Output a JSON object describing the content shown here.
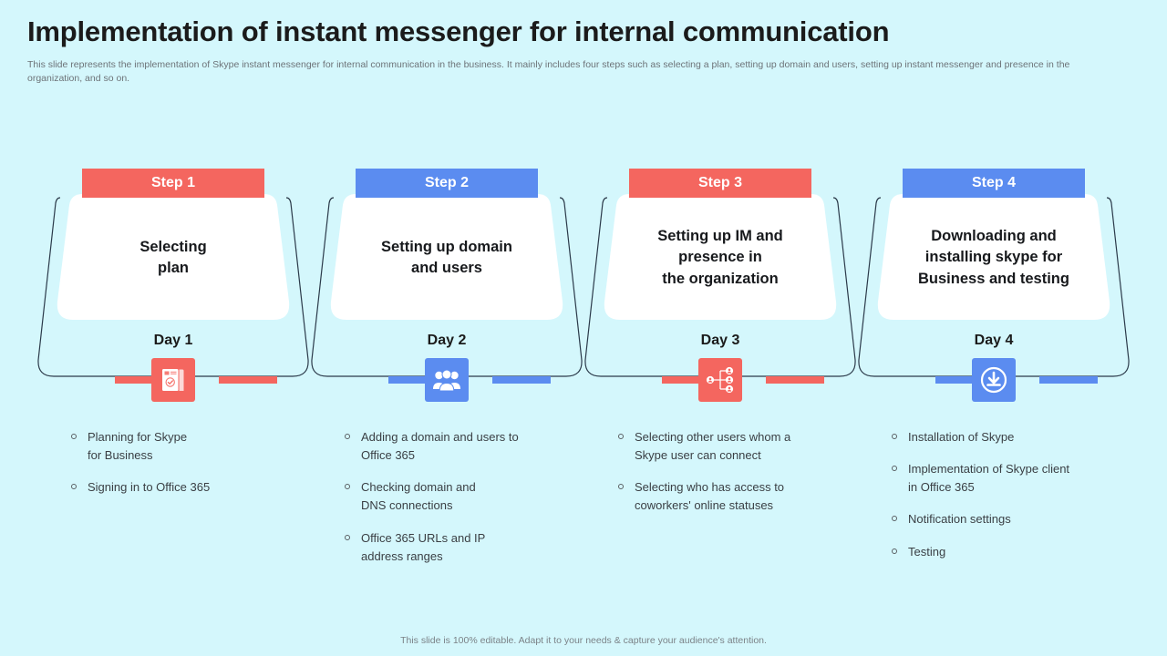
{
  "slide": {
    "title": "Implementation of instant messenger for internal communication",
    "subtitle": "This slide represents the implementation of Skype instant messenger for internal communication in the business. It mainly includes four steps such as selecting a plan, setting up domain and users, setting up instant messenger and presence in the organization, and so on.",
    "footer": "This slide is 100% editable. Adapt it to your needs & capture your audience's attention.",
    "background_color": "#d4f7fc"
  },
  "colors": {
    "red": "#f4665f",
    "blue": "#5b8cf0",
    "outline": "#2b3a4a",
    "card_white": "#ffffff",
    "title_text": "#1b1b1b",
    "body_text": "#3a3f44"
  },
  "steps": [
    {
      "header": "Step 1",
      "title": "Selecting\nplan",
      "day": "Day 1",
      "color": "#f4665f",
      "icon": "plan-document-icon",
      "bullets": [
        "Planning for Skype\nfor Business",
        "Signing in to Office 365"
      ]
    },
    {
      "header": "Step 2",
      "title": "Setting up domain\nand users",
      "day": "Day 2",
      "color": "#5b8cf0",
      "icon": "users-group-icon",
      "bullets": [
        "Adding a domain and users to\nOffice 365",
        "Checking domain and\nDNS connections",
        "Office 365 URLs and IP\naddress ranges"
      ]
    },
    {
      "header": "Step 3",
      "title": "Setting up IM and\npresence in\nthe organization",
      "day": "Day 3",
      "color": "#f4665f",
      "icon": "user-network-icon",
      "bullets": [
        "Selecting other users whom a\nSkype user can connect",
        "Selecting who has access to\ncoworkers' online statuses"
      ]
    },
    {
      "header": "Step 4",
      "title": "Downloading and\ninstalling skype for\nBusiness and testing",
      "day": "Day 4",
      "color": "#5b8cf0",
      "icon": "download-circle-icon",
      "bullets": [
        "Installation of Skype",
        "Implementation of Skype client\nin Office 365",
        "Notification settings",
        "Testing"
      ]
    }
  ]
}
